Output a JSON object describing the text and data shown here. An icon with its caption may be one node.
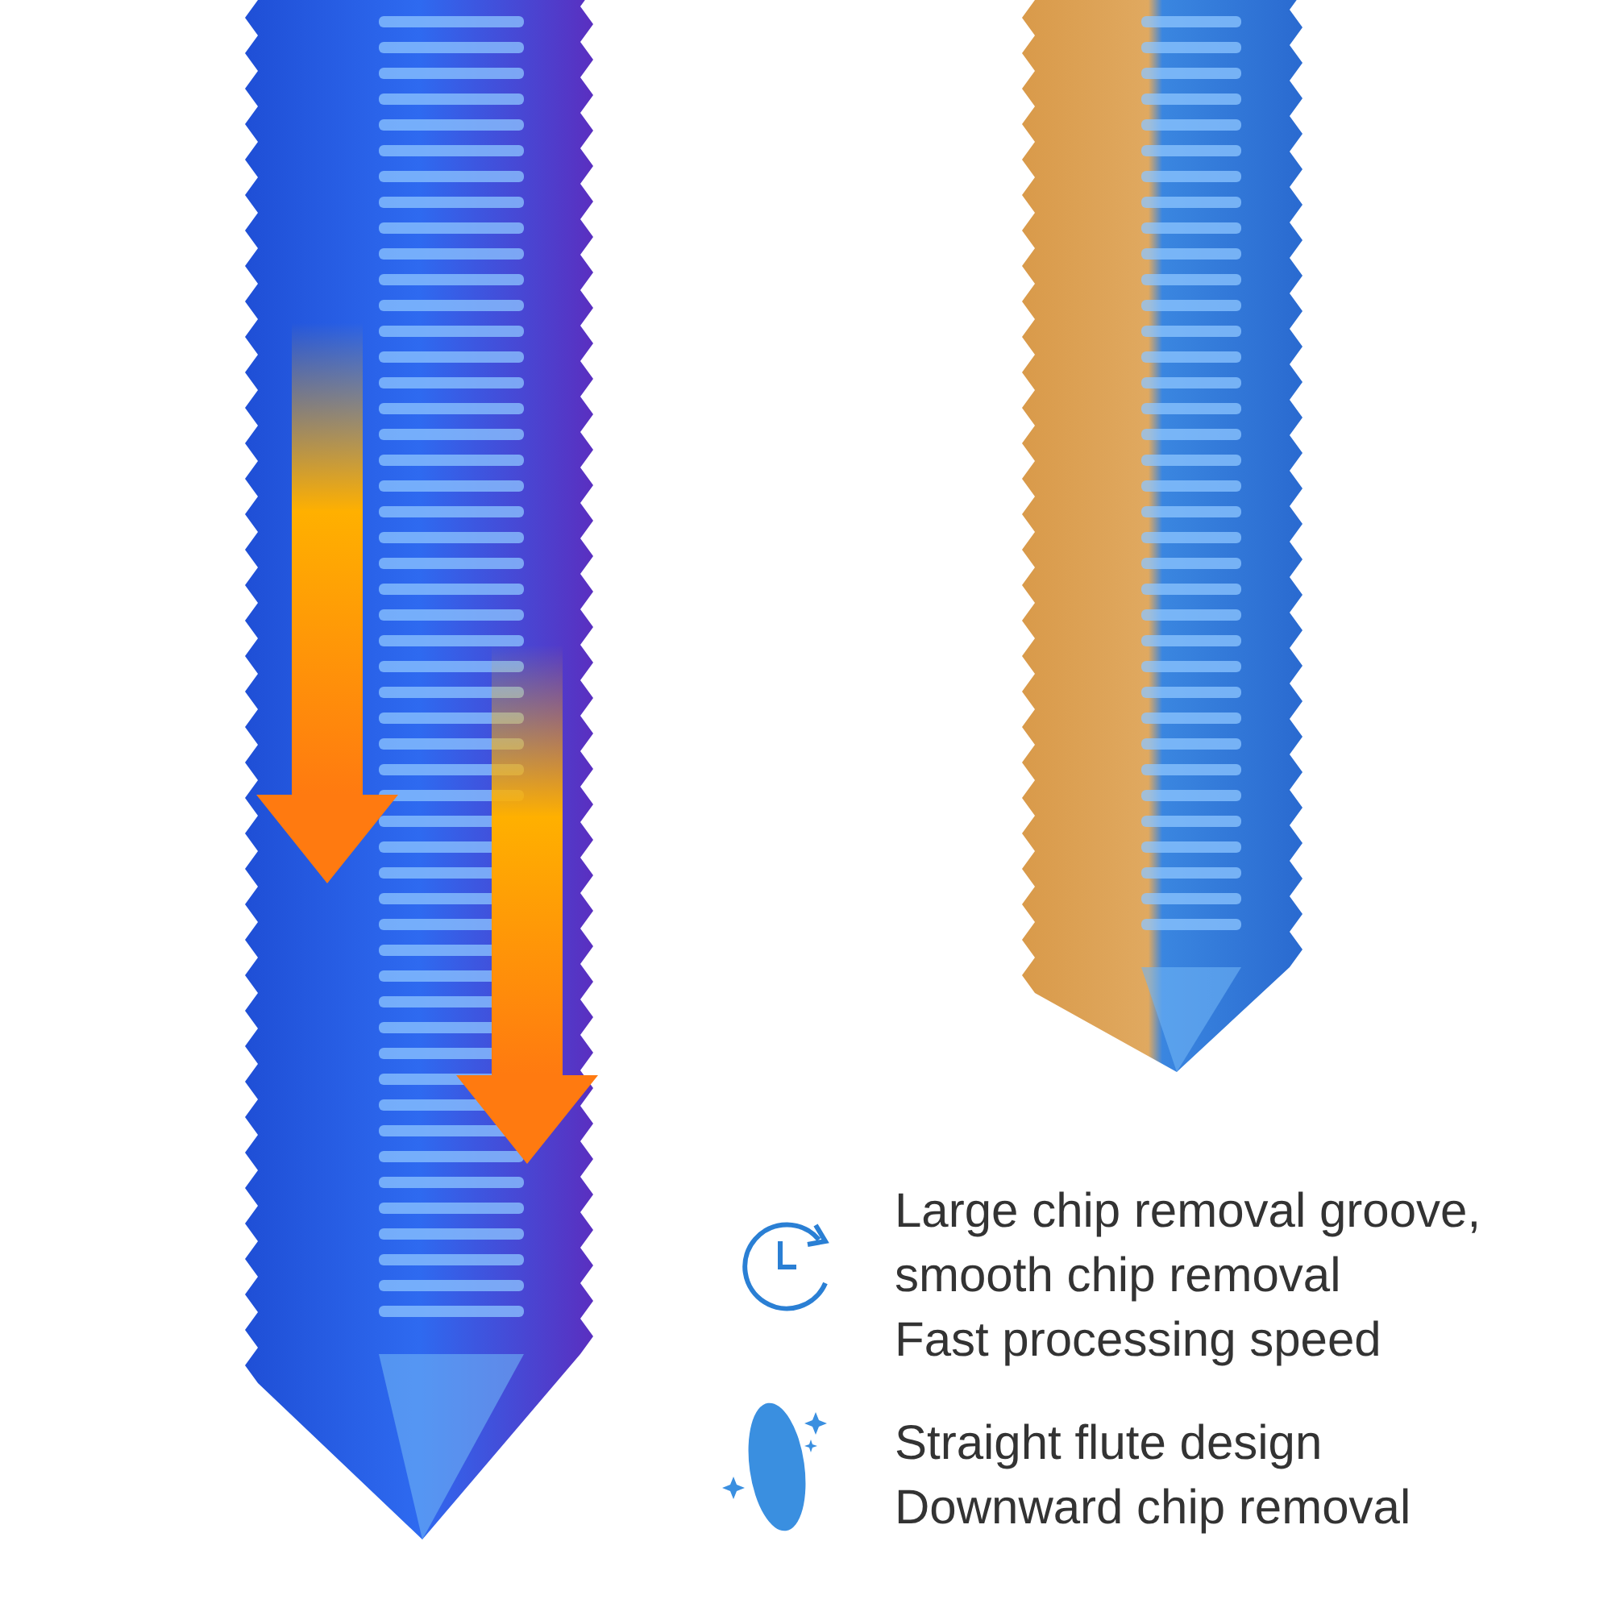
{
  "diagram": {
    "labels": [
      "Large chip removal groove, smooth chip removal",
      "Fast processing speed",
      "Straight flute design",
      "Downward chip removal"
    ]
  }
}
